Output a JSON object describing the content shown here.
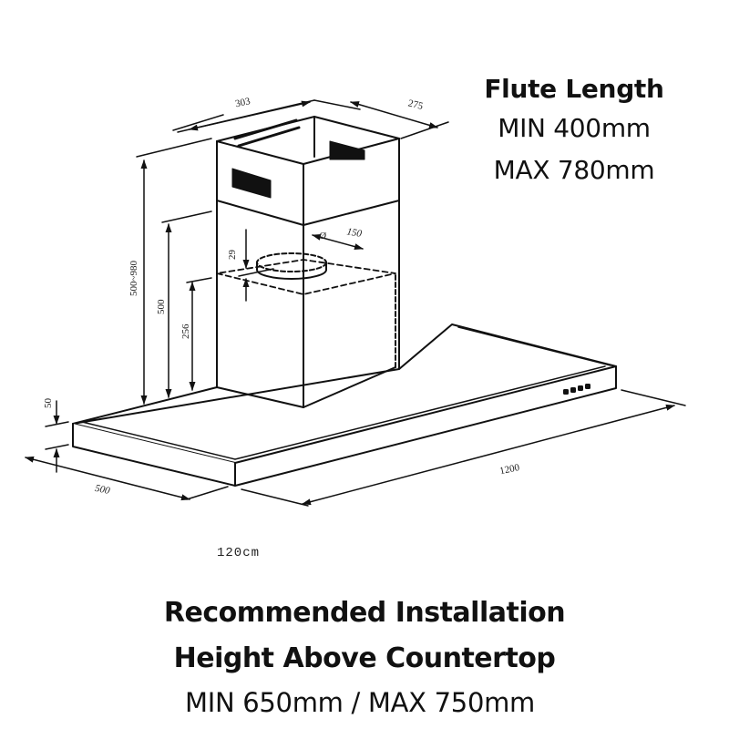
{
  "flute": {
    "title": "Flute Length",
    "min": "MIN 400mm",
    "max": "MAX 780mm"
  },
  "diagram": {
    "subject": "island range hood with chimney flute",
    "dimensions": {
      "chimney_width": "303",
      "chimney_depth": "275",
      "duct_diameter_symbol": "Ø",
      "duct_diameter": "150",
      "collar_height": "29",
      "total_height": "500~980",
      "lower_height": "500",
      "motor_box_height": "256",
      "canopy_thickness": "50",
      "canopy_depth": "500",
      "canopy_width": "1200"
    },
    "size_label": "120cm",
    "control_buttons": 4
  },
  "install": {
    "line1": "Recommended Installation",
    "line2": "Height Above Countertop",
    "range": "MIN 650mm / MAX 750mm"
  }
}
